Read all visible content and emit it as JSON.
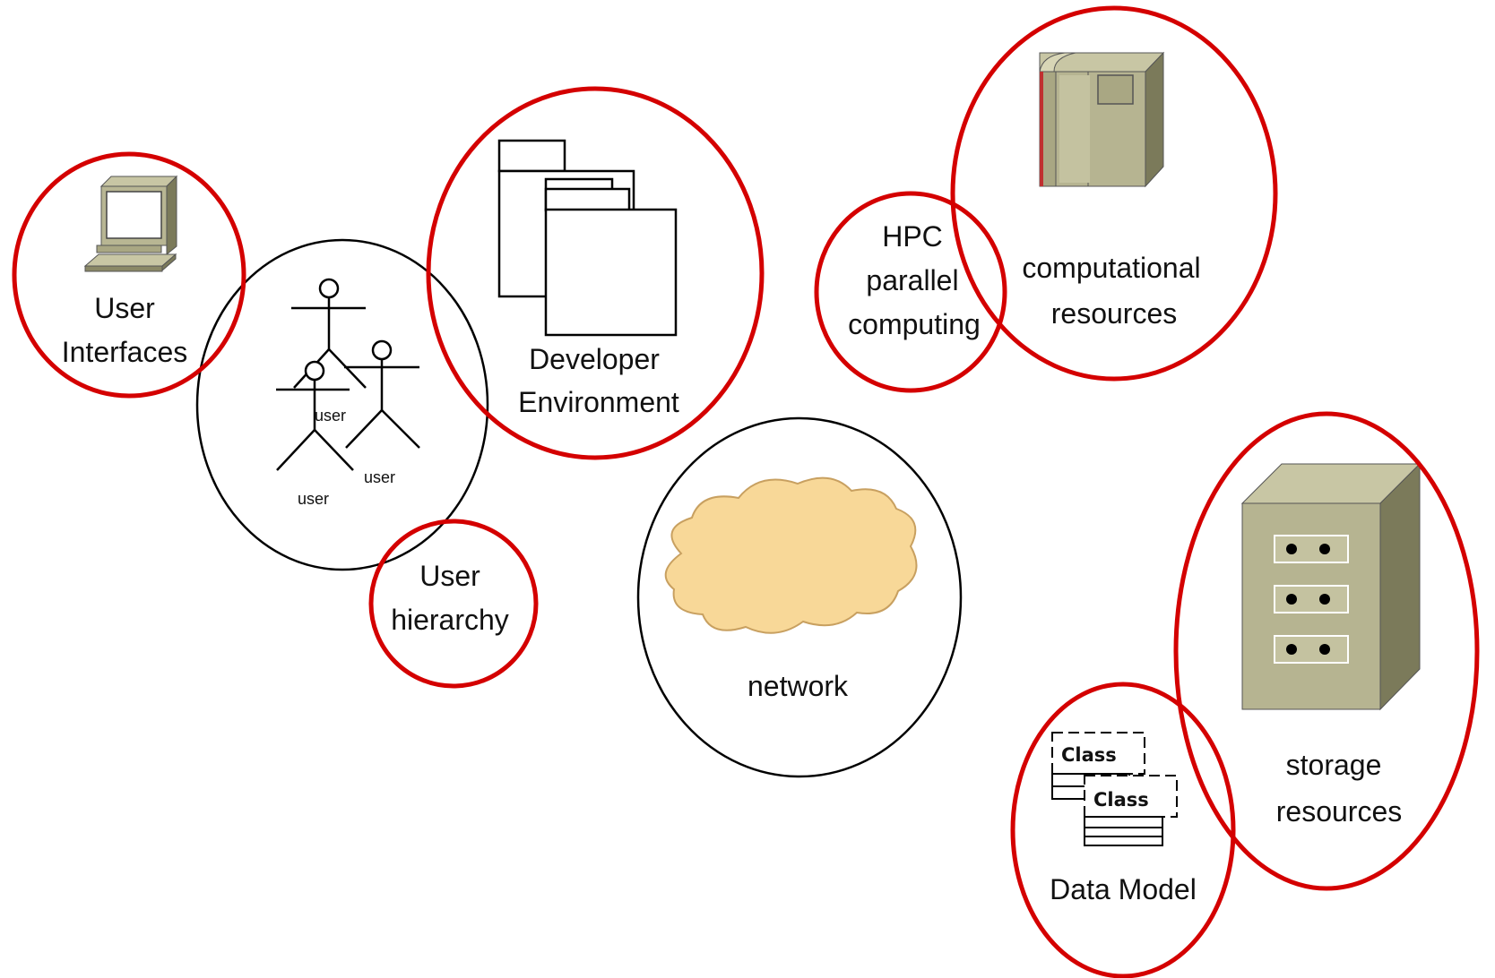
{
  "diagram": {
    "colors": {
      "highlight": "#d40000",
      "outline": "#000000",
      "hardware_light": "#c8c6a4",
      "hardware_mid": "#a9a783",
      "hardware_dark": "#7b7a5a",
      "cloud_fill": "#f8d898",
      "cloud_stroke": "#c8a060"
    },
    "user_interfaces": {
      "line1": "User",
      "line2": "Interfaces",
      "icon": "computer-icon"
    },
    "users": {
      "actor1": "user",
      "actor2": "user",
      "actor3": "user",
      "icon": "actor-icon"
    },
    "user_hierarchy": {
      "line1": "User",
      "line2": "hierarchy"
    },
    "developer_environment": {
      "line1": "Developer",
      "line2": "Environment",
      "icon": "package-icon"
    },
    "hpc": {
      "line1": "HPC",
      "line2": "parallel",
      "line3": "computing"
    },
    "computational_resources": {
      "line1": "computational",
      "line2": "resources",
      "icon": "mainframe-icon"
    },
    "network": {
      "label": "network",
      "icon": "cloud-icon"
    },
    "storage_resources": {
      "line1": "storage",
      "line2": "resources",
      "icon": "file-cabinet-icon"
    },
    "data_model": {
      "label": "Data Model",
      "class1": "Class",
      "class2": "Class",
      "icon": "uml-class-icon"
    }
  }
}
